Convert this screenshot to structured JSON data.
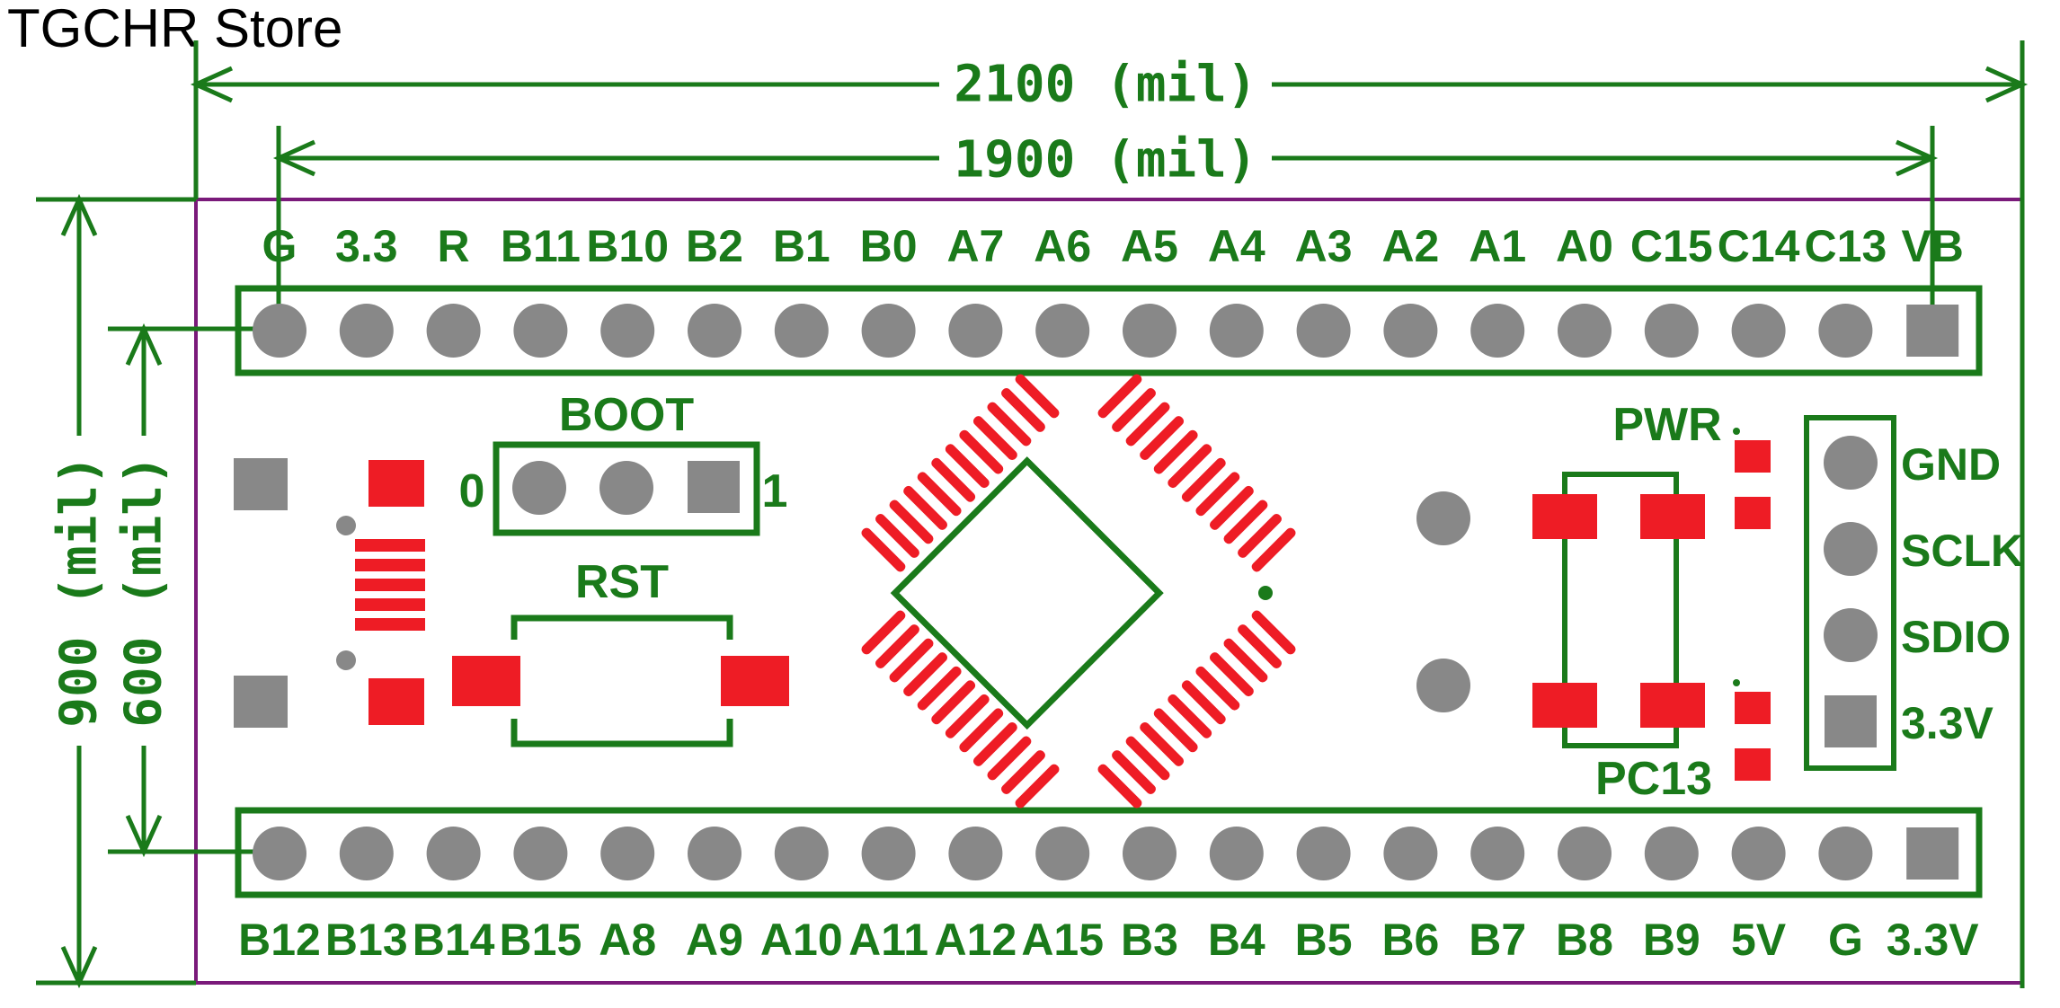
{
  "store_name": "TGCHR Store",
  "colors": {
    "silkscreen": "#1a7a1a",
    "outline": "#7a1a7a",
    "pad_smd": "#ee1c25",
    "pad_tht": "#888888",
    "background": "#ffffff"
  },
  "dimensions": {
    "width_outer": "2100 (mil)",
    "width_inner": "1900 (mil)",
    "height_outer": "900 (mil)",
    "height_inner": "600 (mil)"
  },
  "top_header": {
    "pins": [
      "G",
      "3.3",
      "R",
      "B11",
      "B10",
      "B2",
      "B1",
      "B0",
      "A7",
      "A6",
      "A5",
      "A4",
      "A3",
      "A2",
      "A1",
      "A0",
      "C15",
      "C14",
      "C13",
      "VB"
    ]
  },
  "bottom_header": {
    "pins": [
      "B12",
      "B13",
      "B14",
      "B15",
      "A8",
      "A9",
      "A10",
      "A11",
      "A12",
      "A15",
      "B3",
      "B4",
      "B5",
      "B6",
      "B7",
      "B8",
      "B9",
      "5V",
      "G",
      "3.3V"
    ]
  },
  "boot": {
    "label": "BOOT",
    "left": "0",
    "right": "1"
  },
  "rst": {
    "label": "RST"
  },
  "pwr": {
    "label": "PWR"
  },
  "pc13": {
    "label": "PC13"
  },
  "swd": {
    "pins": [
      "GND",
      "SCLK",
      "SDIO",
      "3.3V"
    ]
  }
}
